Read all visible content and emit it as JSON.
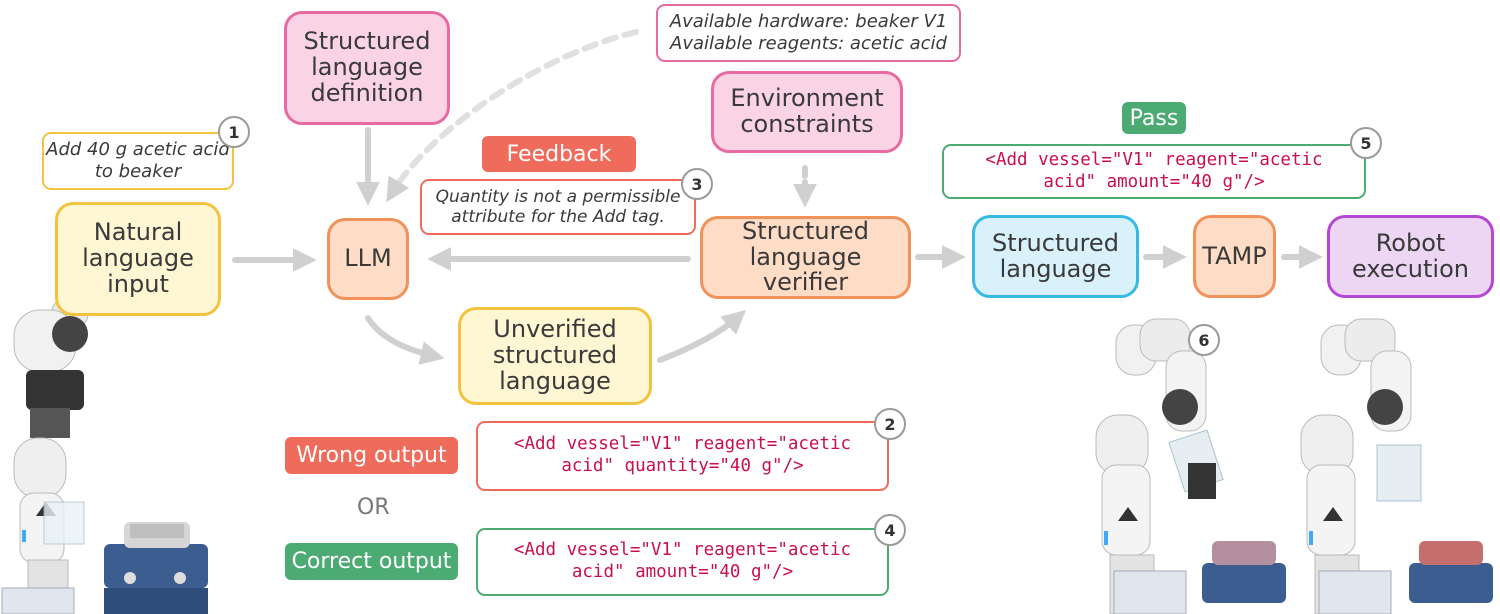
{
  "colors": {
    "yellow": "#f3c340",
    "pink": "#e76aa3",
    "orange": "#f0925a",
    "blue": "#37b9e6",
    "purple": "#b548d2",
    "red_tag": "#ef6b5b",
    "green_tag": "#4caa73",
    "arrow": "#d0d0d0"
  },
  "nodes": {
    "natural_language_input": "Natural language input",
    "structured_language_definition": "Structured language definition",
    "environment_constraints": "Environment constraints",
    "llm": "LLM",
    "unverified_structured_language": "Unverified structured language",
    "structured_language_verifier": "Structured language verifier",
    "structured_language": "Structured language",
    "tamp": "TAMP",
    "robot_execution": "Robot execution"
  },
  "notes": {
    "instruction": "Add 40 g acetic acid to beaker",
    "environment_line1": "Available hardware: beaker V1",
    "environment_line2": "Available reagents: acetic acid",
    "feedback_message": "Quantity is not a permissible attribute for the Add tag."
  },
  "labels": {
    "feedback": "Feedback",
    "pass": "Pass",
    "wrong_output": "Wrong output",
    "correct_output": "Correct output",
    "or": "OR"
  },
  "code": {
    "wrong": "<Add vessel=\"V1\" reagent=\"acetic acid\" quantity=\"40 g\"/>",
    "correct": "<Add vessel=\"V1\" reagent=\"acetic acid\" amount=\"40 g\"/>",
    "passed": "<Add vessel=\"V1\" reagent=\"acetic acid\" amount=\"40 g\"/>"
  },
  "step_numbers": [
    "1",
    "2",
    "3",
    "4",
    "5",
    "6"
  ]
}
